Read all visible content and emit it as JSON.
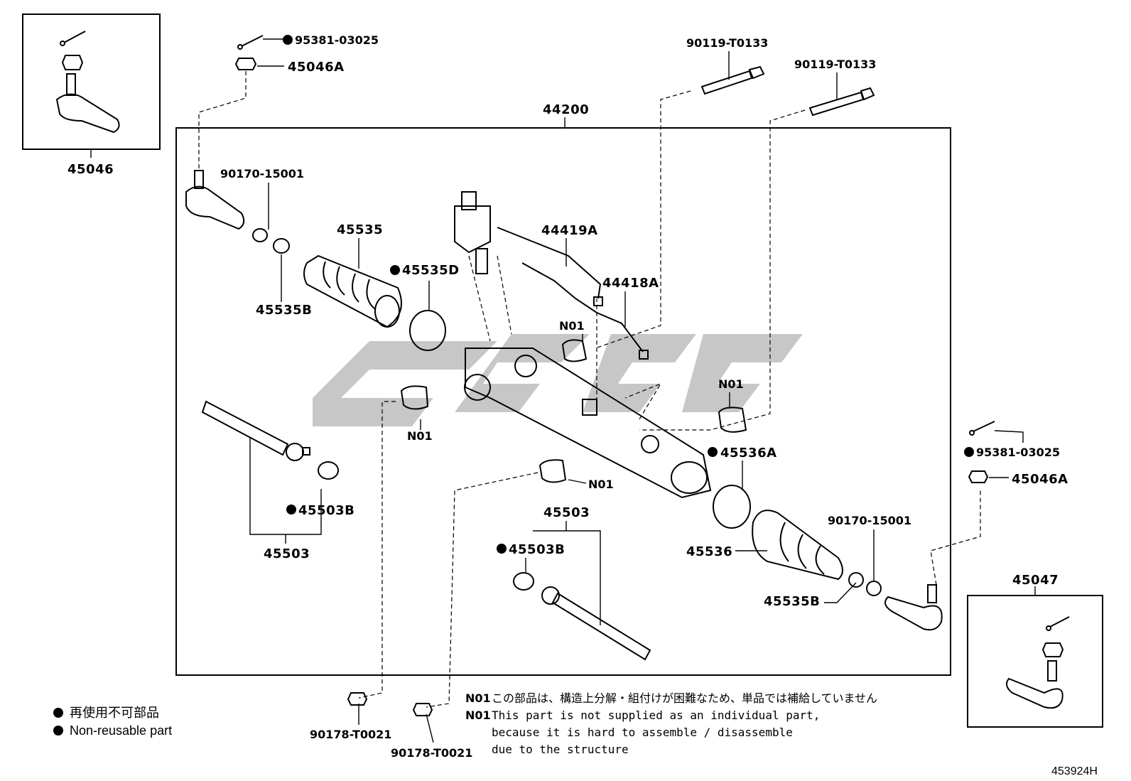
{
  "labels": {
    "box_left_top": "45046",
    "box_right_bottom": "45047",
    "rack_assembly": "44200",
    "cotter_pin_left": "95381-03025",
    "nut_left": "45046A",
    "bolt_1": "90119-T0133",
    "bolt_2": "90119-T0133",
    "clip_left": "90170-15001",
    "boot_left": "45535",
    "clamp_left": "45535D",
    "clip_left_b": "45535B",
    "tube_1": "44419A",
    "tube_2": "44418A",
    "n01_a": "N01",
    "n01_b": "N01",
    "n01_c": "N01",
    "n01_d": "N01",
    "rod_left_washer": "45503B",
    "rod_left": "45503",
    "clamp_right": "45536A",
    "boot_right": "45536",
    "clip_right": "90170-15001",
    "clip_right_b": "45535B",
    "rod_right": "45503",
    "rod_right_washer": "45503B",
    "cotter_pin_right": "95381-03025",
    "nut_right": "45046A",
    "bushing_nut_1": "90178-T0021",
    "bushing_nut_2": "90178-T0021"
  },
  "notes": {
    "n01_tag_1": "N01",
    "n01_tag_2": "N01",
    "jp_line": "この部品は、構造上分解・組付けが困難なため、単品では補給していません",
    "en_line_1": "This part is not supplied as an individual part,",
    "en_line_2": "because it is hard to assemble / disassemble",
    "en_line_3": "due to the structure"
  },
  "legend": {
    "jp": "再使用不可部品",
    "en": "Non-reusable part"
  },
  "drawing_number": "453924H"
}
